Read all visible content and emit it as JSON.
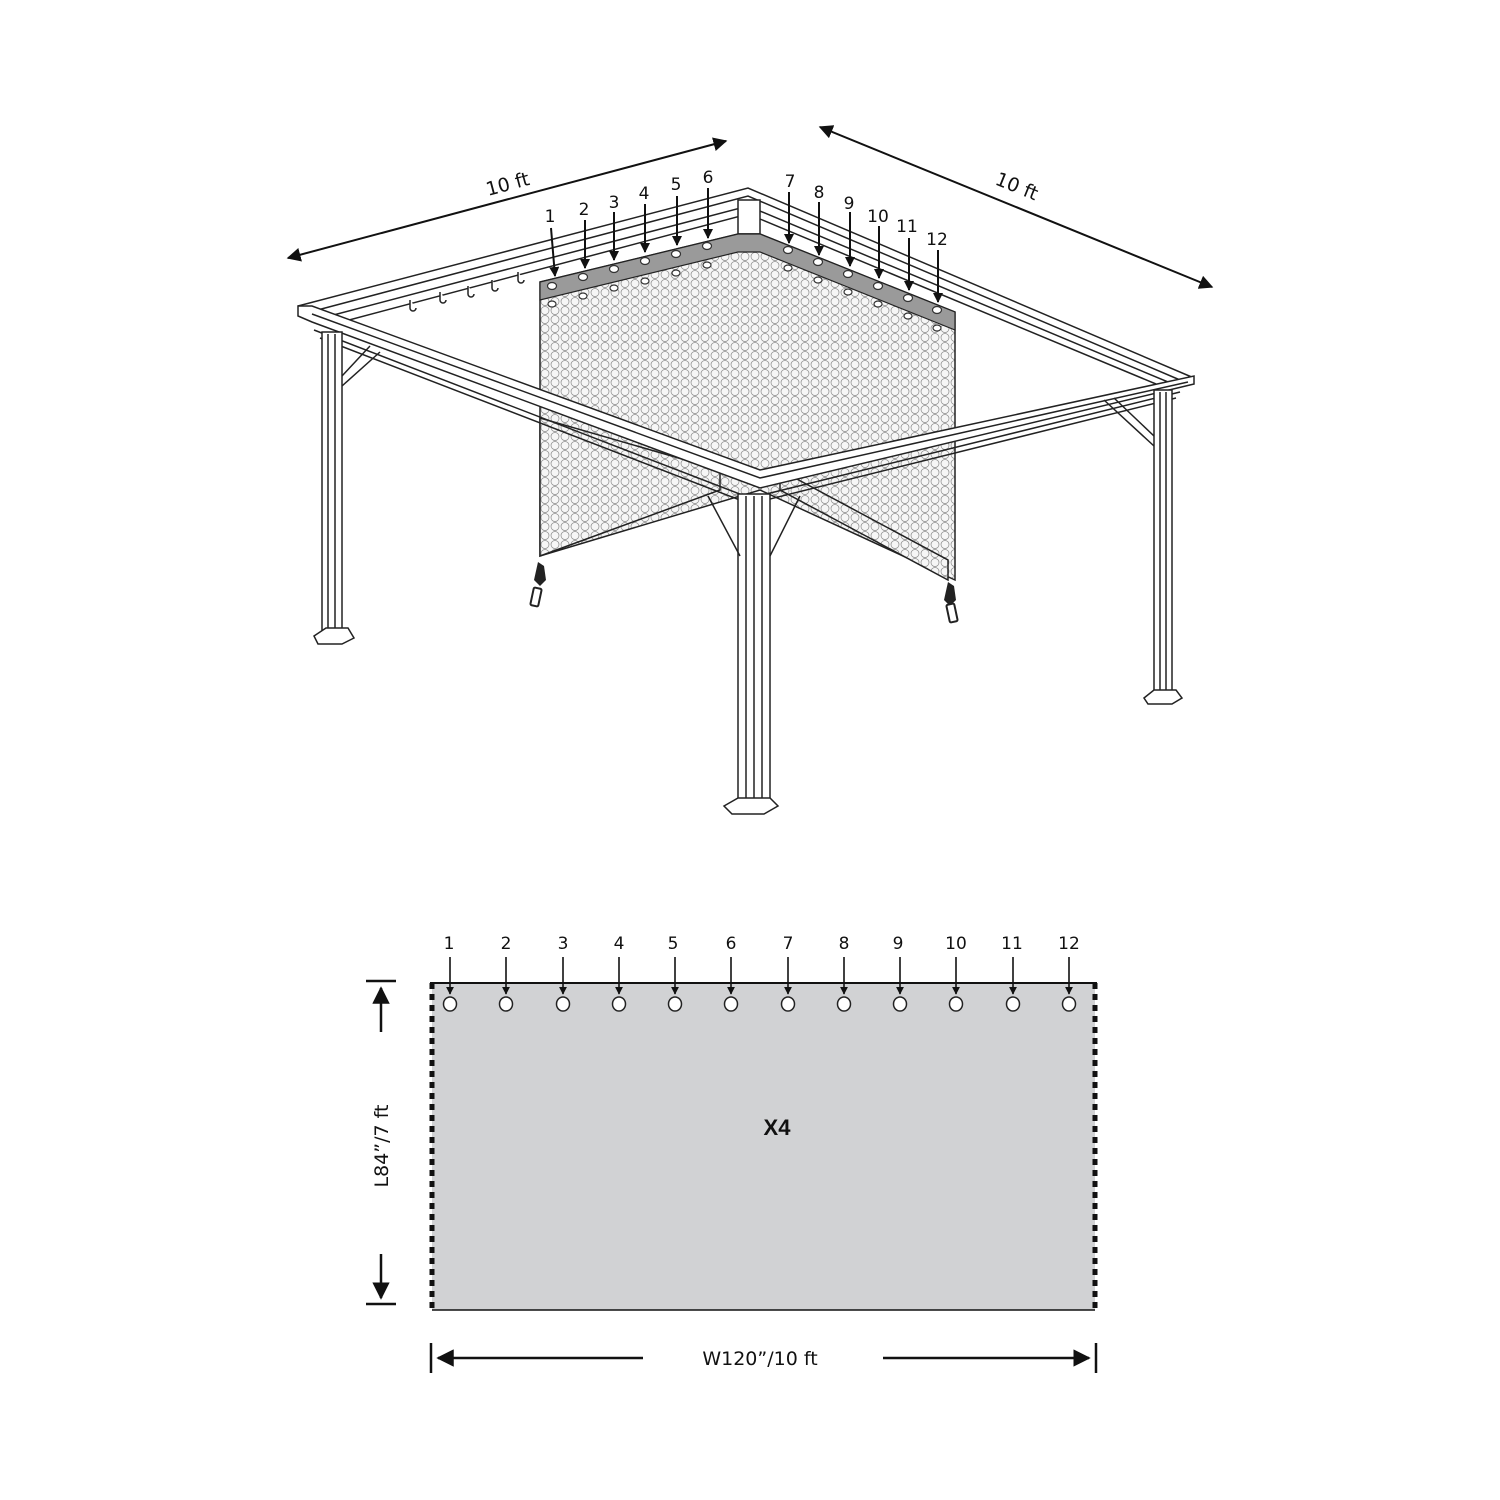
{
  "iso_view": {
    "dimension_left": "10 ft",
    "dimension_right": "10 ft",
    "grommet_labels": [
      "1",
      "2",
      "3",
      "4",
      "5",
      "6",
      "7",
      "8",
      "9",
      "10",
      "11",
      "12"
    ],
    "panel_color": "#9a9a9a",
    "mesh_color": "#f4f4f4"
  },
  "flat_panel": {
    "grommet_labels": [
      "1",
      "2",
      "3",
      "4",
      "5",
      "6",
      "7",
      "8",
      "9",
      "10",
      "11",
      "12"
    ],
    "quantity_label": "X4",
    "height_label": "L84”/7 ft",
    "width_label": "W120”/10 ft",
    "fill_color": "#d1d2d4",
    "zipper_style": "dashed-edge"
  }
}
